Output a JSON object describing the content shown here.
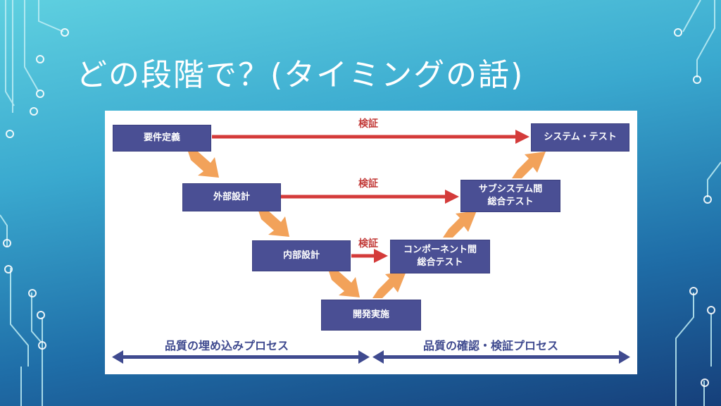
{
  "slide": {
    "title": "どの段階で？(タイミングの話)"
  },
  "diagram": {
    "left_boxes": [
      {
        "label": "要件定義"
      },
      {
        "label": "外部設計"
      },
      {
        "label": "内部設計"
      }
    ],
    "bottom_box": {
      "label": "開発実施"
    },
    "right_boxes": [
      {
        "lines": [
          "システム・テスト"
        ]
      },
      {
        "lines": [
          "サブシステム間",
          "総合テスト"
        ]
      },
      {
        "lines": [
          "コンポーネント間",
          "総合テスト"
        ]
      }
    ],
    "verify_label": "検証",
    "process_left": "品質の埋め込みプロセス",
    "process_right": "品質の確認・検証プロセス",
    "colors": {
      "box": "#4a4f94",
      "verify_arrow": "#d43b3a",
      "flow_arrow": "#f2a25a",
      "process_arrow": "#3f4a8f"
    }
  }
}
